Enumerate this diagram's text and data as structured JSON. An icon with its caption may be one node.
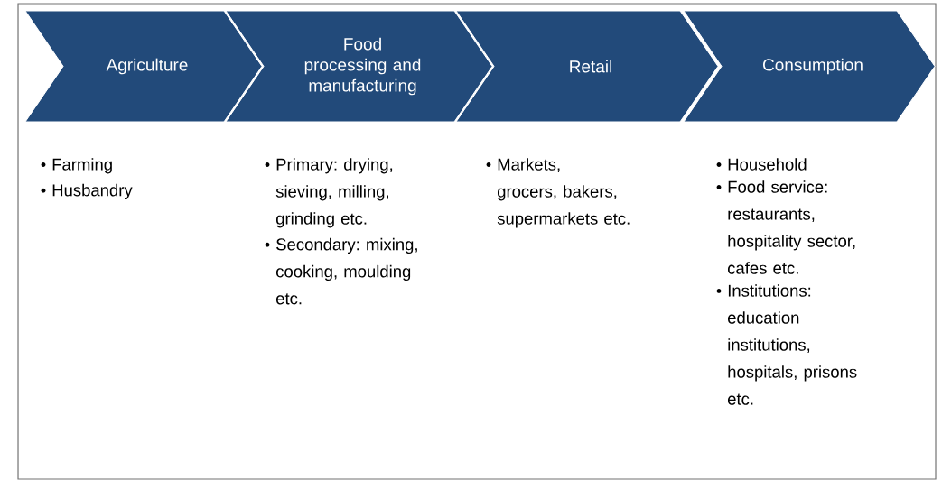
{
  "diagram": {
    "nodes": [
      {
        "text": [
          "Agriculture"
        ],
        "beside": [
          "Farming",
          "Husbandry"
        ]
      },
      {
        "text": [
          "Food processing and manufacturing"
        ],
        "beside": [
          "Primary: drying, sieving, milling, grinding etc.",
          "Secondary: mixing, cooking, moulding etc."
        ]
      },
      {
        "text": [
          "Retail"
        ],
        "beside": [
          "Markets, grocers, bakers, supermarkets etc."
        ]
      },
      {
        "text": [
          "Consumption"
        ],
        "beside": [
          "Household",
          "Food service: restaurants, hospitality sector, cafes etc.",
          "Institutions: education institutions, hospitals, prisons etc."
        ]
      }
    ]
  }
}
